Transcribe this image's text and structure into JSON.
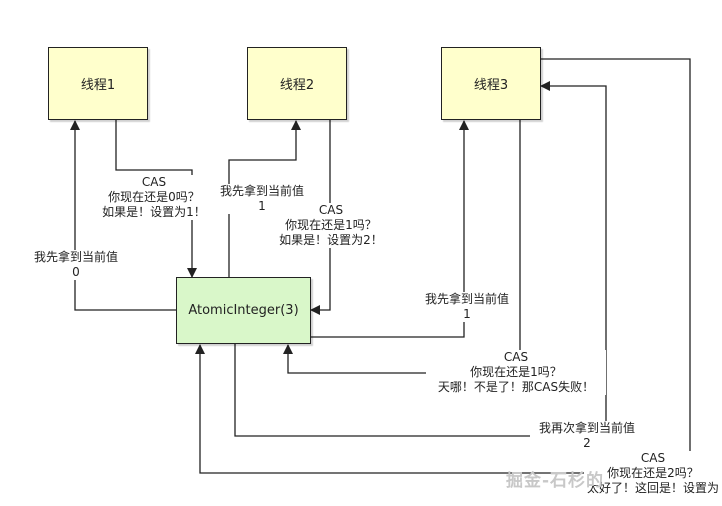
{
  "threads": [
    {
      "label": "线程1"
    },
    {
      "label": "线程2"
    },
    {
      "label": "线程3"
    }
  ],
  "atomic": {
    "label": "AtomicInteger(3)"
  },
  "labels": {
    "t1_get": [
      "我先拿到当前值",
      "0"
    ],
    "t1_cas": [
      "CAS",
      "你现在还是0吗？",
      "如果是！设置为1！"
    ],
    "t2_get": [
      "我先拿到当前值",
      "1"
    ],
    "t2_cas": [
      "CAS",
      "你现在还是1吗？",
      "如果是！设置为2！"
    ],
    "t3_get": [
      "我先拿到当前值",
      "1"
    ],
    "t3_cas_fail": [
      "CAS",
      "你现在还是1吗？",
      "天哪！不是了！那CAS失败！"
    ],
    "t3_reget": [
      "我再次拿到当前值",
      "2"
    ],
    "t3_cas_ok": [
      "CAS",
      "你现在还是2吗？",
      "太好了！这回是！设置为"
    ]
  },
  "watermark": "掘金-石杉的"
}
